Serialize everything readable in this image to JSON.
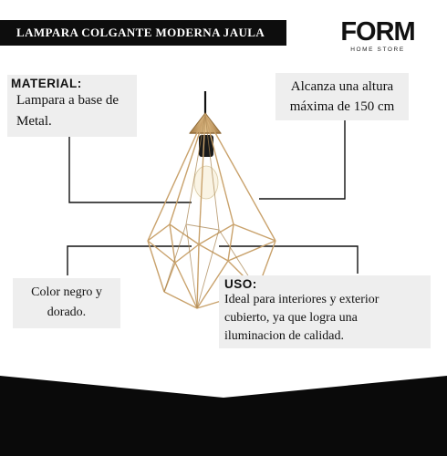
{
  "header": {
    "title": "LAMPARA COLGANTE MODERNA JAULA"
  },
  "brand": {
    "name": "FORM",
    "tagline": "HOME STORE"
  },
  "material": {
    "heading": "MATERIAL:",
    "lines": [
      "Lampara a base de",
      "Metal."
    ]
  },
  "altura": {
    "lines": [
      "Alcanza una altura",
      "máxima de 150 cm"
    ]
  },
  "color": {
    "lines": [
      "Color negro y",
      "dorado."
    ]
  },
  "uso": {
    "heading": "USO:",
    "lines": [
      "Ideal para interiores y exterior",
      "cubierto, ya que logra una",
      "iluminacion de calidad."
    ]
  },
  "colors": {
    "title_bar": "#0d0d0d",
    "box_bg": "#eeeeee",
    "cage_gold": "#c9a26c",
    "footer_black": "#0a0a0a"
  }
}
